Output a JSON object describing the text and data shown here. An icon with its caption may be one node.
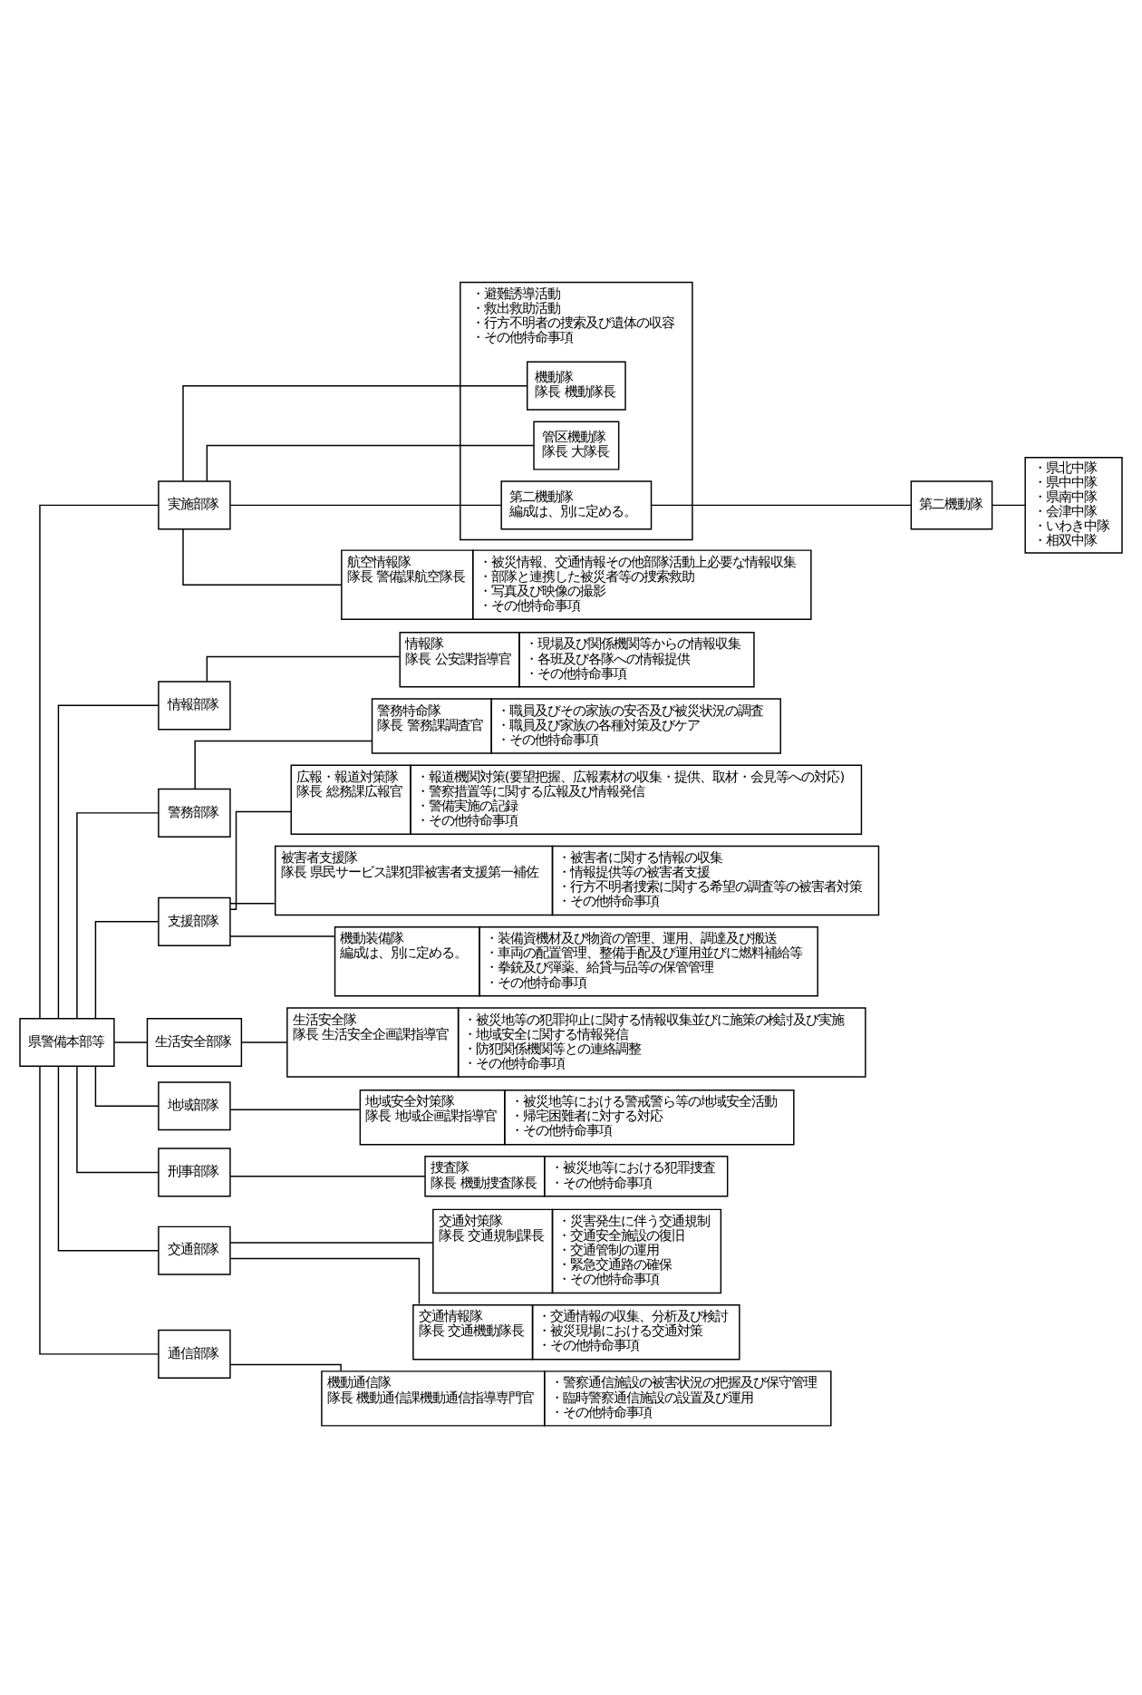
{
  "diagram": {
    "nodes": [
      {
        "text": [
          "県警備本部等"
        ]
      },
      {
        "text": [
          "実施部隊"
        ]
      },
      {
        "text": [
          "・避難誘導活動",
          "・救出救助活動",
          "・行方不明者の捜索及び遺体の収容",
          "・その他特命事項"
        ]
      },
      {
        "text": [
          "機動隊",
          "隊長 機動隊長"
        ],
        "in": 2
      },
      {
        "text": [
          "管区機動隊",
          "隊長 大隊長"
        ],
        "in": 2
      },
      {
        "text": [
          "第二機動隊",
          "編成は、別に定める。"
        ],
        "in": 2
      },
      {
        "text": [
          "第二機動隊"
        ]
      },
      {
        "text": [
          "・県北中隊",
          "・県中中隊",
          "・県南中隊",
          "・会津中隊",
          "・いわき中隊",
          "・相双中隊"
        ]
      },
      {
        "text": [
          "航空情報隊",
          "隊長 警備課航空隊長",
          "・被災情報、交通情報その他部隊活動上必要な情報収集",
          "・部隊と連携した被災者等の捜索救助",
          "・写真及び映像の撮影",
          "・その他特命事項"
        ]
      },
      {
        "text": [
          "情報部隊"
        ]
      },
      {
        "text": [
          "情報隊",
          "隊長 公安課指導官",
          "・現場及び関係機関等からの情報収集",
          "・各班及び各隊への情報提供",
          "・その他特命事項"
        ]
      },
      {
        "text": [
          "警務部隊"
        ]
      },
      {
        "text": [
          "警務特命隊",
          "隊長 警務課調査官",
          "・職員及びその家族の安否及び被災状況の調査",
          "・職員及び家族の各種対策及びケア",
          "・その他特命事項"
        ]
      },
      {
        "text": [
          "支援部隊"
        ]
      },
      {
        "text": [
          "広報・報道対策隊",
          "隊長 総務課広報官",
          "・報道機関対策(要望把握、広報素材の収集・提供、取材・会見等への対応)",
          "・警察措置等に関する広報及び情報発信",
          "・警備実施の記録",
          "・その他特命事項"
        ]
      },
      {
        "text": [
          "被害者支援隊",
          "隊長 県民サービス課犯罪被害者支援第一補佐",
          "・被害者に関する情報の収集",
          "・情報提供等の被害者支援",
          "・行方不明者捜索に関する希望の調査等の被害者対策",
          "・その他特命事項"
        ]
      },
      {
        "text": [
          "機動装備隊",
          "編成は、別に定める。",
          "・装備資機材及び物資の管理、運用、調達及び搬送",
          "・車両の配置管理、整備手配及び運用並びに燃料補給等",
          "・拳銃及び弾薬、給貸与品等の保管管理",
          "・その他特命事項"
        ]
      },
      {
        "text": [
          "生活安全部隊"
        ]
      },
      {
        "text": [
          "生活安全隊",
          "隊長 生活安全企画課指導官",
          "・被災地等の犯罪抑止に関する情報収集並びに施策の検討及び実施",
          "・地域安全に関する情報発信",
          "・防犯関係機関等との連絡調整",
          "・その他特命事項"
        ]
      },
      {
        "text": [
          "地域部隊"
        ]
      },
      {
        "text": [
          "地域安全対策隊",
          "隊長 地域企画課指導官",
          "・被災地等における警戒警ら等の地域安全活動",
          "・帰宅困難者に対する対応",
          "・その他特命事項"
        ]
      },
      {
        "text": [
          "刑事部隊"
        ]
      },
      {
        "text": [
          "捜査隊",
          "隊長 機動捜査隊長",
          "・被災地等における犯罪捜査",
          "・その他特命事項"
        ]
      },
      {
        "text": [
          "交通部隊"
        ]
      },
      {
        "text": [
          "交通対策隊",
          "隊長 交通規制課長",
          "・災害発生に伴う交通規制",
          "・交通安全施設の復旧",
          "・交通管制の運用",
          "・緊急交通路の確保",
          "・その他特命事項"
        ]
      },
      {
        "text": [
          "交通情報隊",
          "隊長 交通機動隊長",
          "・交通情報の収集、分析及び検討",
          "・被災現場における交通対策",
          "・その他特命事項"
        ]
      },
      {
        "text": [
          "通信部隊"
        ]
      },
      {
        "text": [
          "機動通信隊",
          "隊長 機動通信課機動通信指導専門官",
          "・警察通信施設の被害状況の把握及び保守管理",
          "・臨時警察通信施設の設置及び運用",
          "・その他特命事項"
        ]
      }
    ],
    "edges": [
      {
        "from": 0,
        "to": 1,
        "arrow": "none"
      },
      {
        "from": 1,
        "to": 3,
        "arrow": "none"
      },
      {
        "from": 1,
        "to": 4,
        "arrow": "none"
      },
      {
        "from": 1,
        "to": 5,
        "arrow": "none"
      },
      {
        "from": 5,
        "to": 6,
        "arrow": "none"
      },
      {
        "from": 6,
        "to": 7,
        "arrow": "none"
      },
      {
        "from": 1,
        "to": 8,
        "arrow": "none"
      },
      {
        "from": 0,
        "to": 9,
        "arrow": "none"
      },
      {
        "from": 9,
        "to": 10,
        "arrow": "none"
      },
      {
        "from": 0,
        "to": 11,
        "arrow": "none"
      },
      {
        "from": 11,
        "to": 12,
        "arrow": "none"
      },
      {
        "from": 0,
        "to": 13,
        "arrow": "none"
      },
      {
        "from": 13,
        "to": 14,
        "arrow": "none"
      },
      {
        "from": 13,
        "to": 15,
        "arrow": "none"
      },
      {
        "from": 13,
        "to": 16,
        "arrow": "none"
      },
      {
        "from": 0,
        "to": 17,
        "arrow": "none"
      },
      {
        "from": 17,
        "to": 18,
        "arrow": "none"
      },
      {
        "from": 0,
        "to": 19,
        "arrow": "none"
      },
      {
        "from": 19,
        "to": 20,
        "arrow": "none"
      },
      {
        "from": 0,
        "to": 21,
        "arrow": "none"
      },
      {
        "from": 21,
        "to": 22,
        "arrow": "none"
      },
      {
        "from": 0,
        "to": 23,
        "arrow": "none"
      },
      {
        "from": 23,
        "to": 24,
        "arrow": "none"
      },
      {
        "from": 23,
        "to": 25,
        "arrow": "none"
      },
      {
        "from": 0,
        "to": 26,
        "arrow": "none"
      },
      {
        "from": 26,
        "to": 27,
        "arrow": "none"
      }
    ]
  }
}
